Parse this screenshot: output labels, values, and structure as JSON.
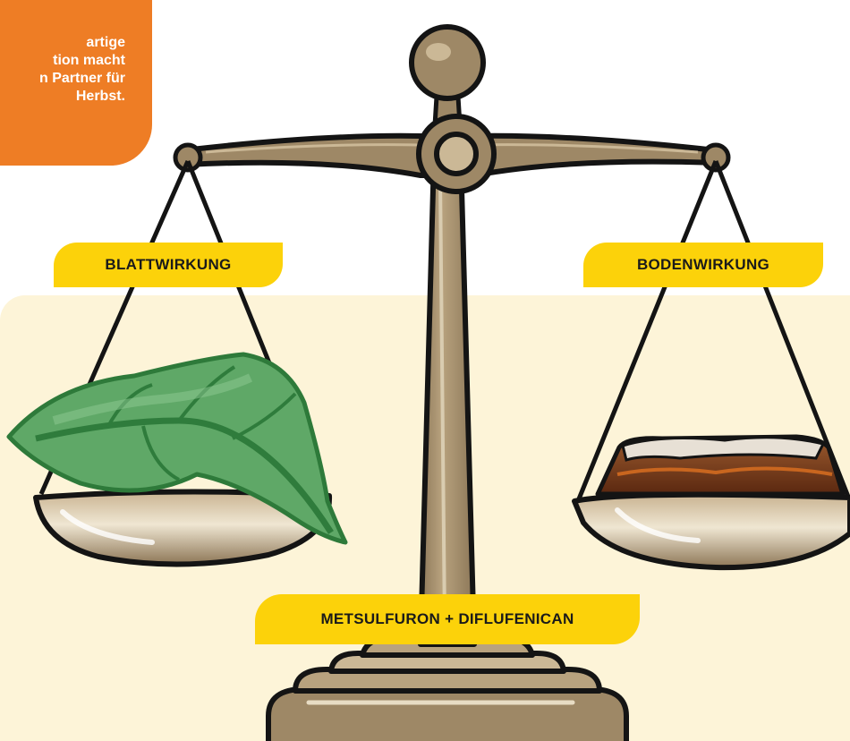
{
  "callout": {
    "lines": [
      "artige",
      "tion macht",
      "n Partner für",
      "Herbst."
    ]
  },
  "labels": {
    "left": "BLATTWIRKUNG",
    "right": "BODENWIRKUNG",
    "bottom": "METSULFURON + DIFLUFENICAN"
  },
  "colors": {
    "orange": "#ee7d25",
    "yellow": "#fcd20a",
    "background_band": "#fdf4d8",
    "scale_metal": "#9e8866",
    "leaf_green": "#3e8e4a",
    "soil_brown": "#7a3a18"
  },
  "icons": [
    "balance-scale-icon",
    "leaf-icon",
    "soil-pile-icon"
  ]
}
